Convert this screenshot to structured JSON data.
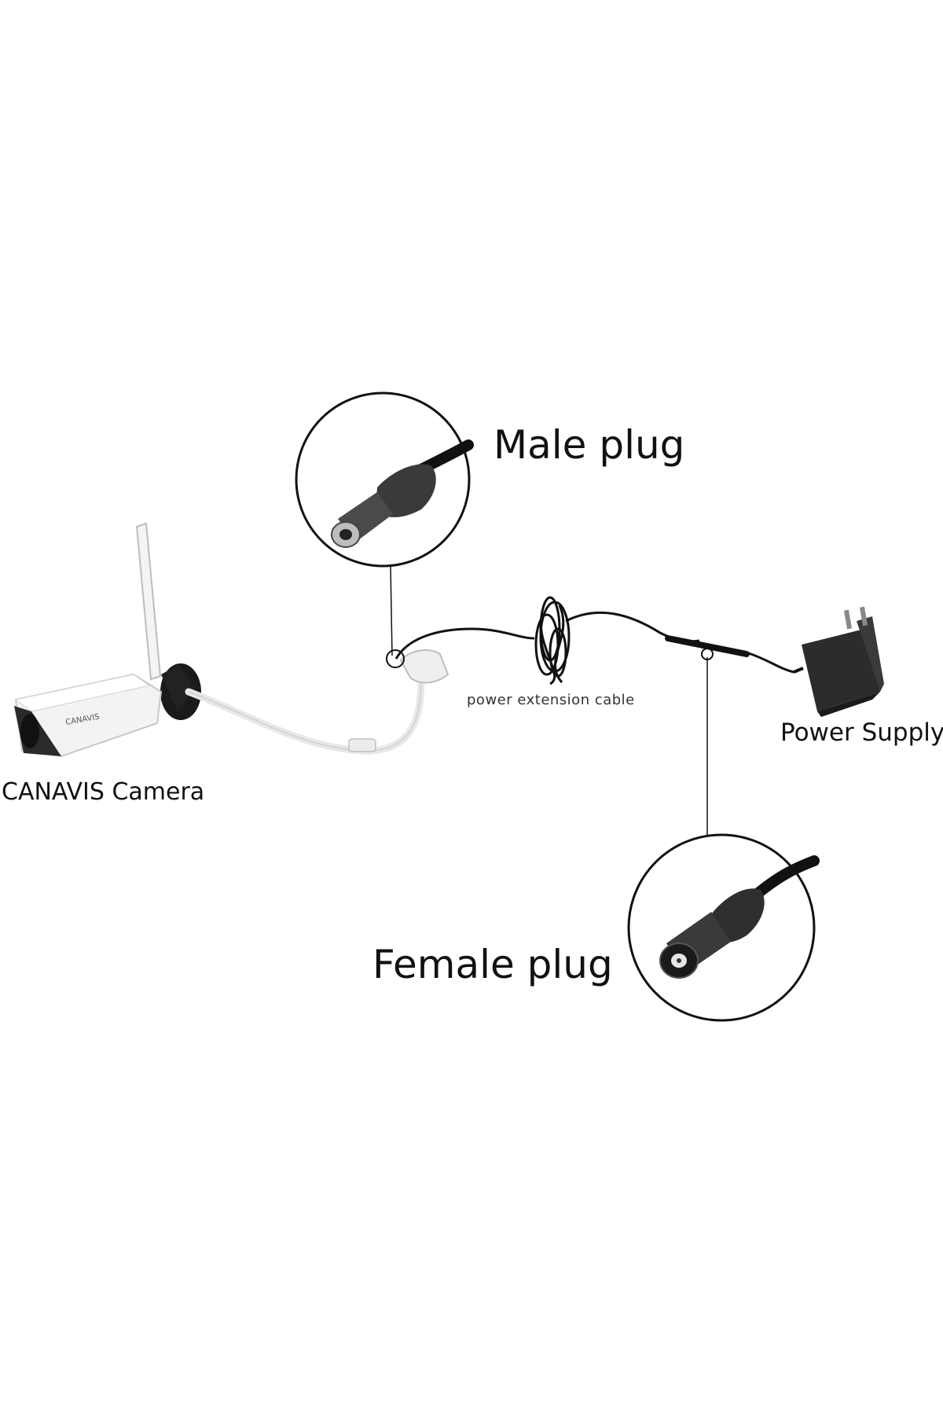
{
  "labels": {
    "male_plug": "Male plug",
    "female_plug": "Female plug",
    "power_supply": "Power Supply",
    "camera": "CANAVIS Camera",
    "extension_cable": "power extension cable"
  },
  "camera_logo_text": "CANAVIS",
  "colors": {
    "background": "#ffffff",
    "text": "#111111",
    "cable": "#111111",
    "camera_body": "#f2f2f2",
    "callout_circle": "#111111"
  },
  "icons": [
    "camera-illustration",
    "antenna-illustration",
    "male-plug-illustration",
    "female-plug-illustration",
    "power-adapter-illustration",
    "coiled-cable-illustration"
  ]
}
